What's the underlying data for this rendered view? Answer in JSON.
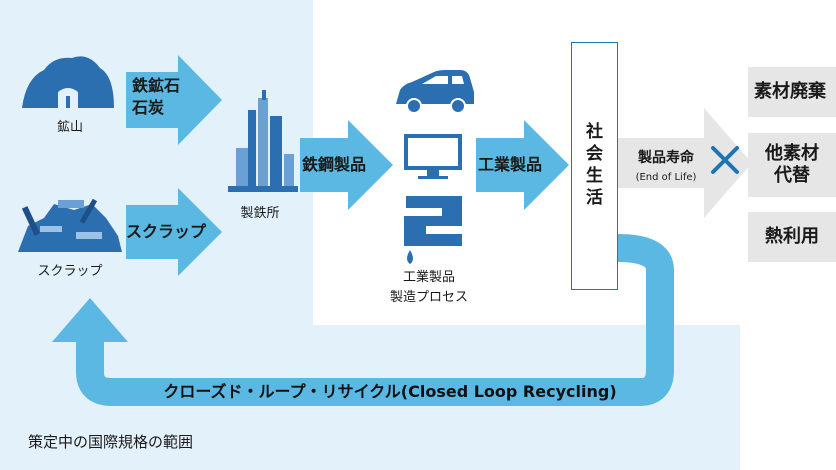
{
  "labels": {
    "mine": "鉱山",
    "ore_coal_line1": "鉄鉱石",
    "ore_coal_line2": "石炭",
    "scrap_source": "スクラップ",
    "scrap_arrow": "スクラップ",
    "steelworks": "製鉄所",
    "steel_products": "鉄鋼製品",
    "industrial_process_line1": "工業製品",
    "industrial_process_line2": "製造プロセス",
    "industrial_products": "工業製品",
    "society_life": [
      "社",
      "会",
      "生",
      "活"
    ],
    "product_lifetime": "製品寿命",
    "end_of_life": "(End of Life)",
    "material_disposal": "素材廃棄",
    "alt_material_line1": "他素材",
    "alt_material_line2": "代替",
    "heat_use": "熱利用",
    "closed_loop": "クローズド・ループ・リサイクル(Closed Loop Recycling)",
    "scope": "策定中の国際規格の範囲"
  },
  "icons": [
    "mine-icon",
    "scrap-pile-icon",
    "steel-mill-icon",
    "car-icon",
    "monitor-icon",
    "faucet-icon",
    "cross-icon"
  ],
  "colors": {
    "scope_area": "#e2f1fa",
    "arrow": "#5ab8e3",
    "arrow_dark": "#1f75b0",
    "icon": "#2b6fb0",
    "gray_box": "#e6e6e6",
    "gray_arrow": "#e6e6e6"
  }
}
